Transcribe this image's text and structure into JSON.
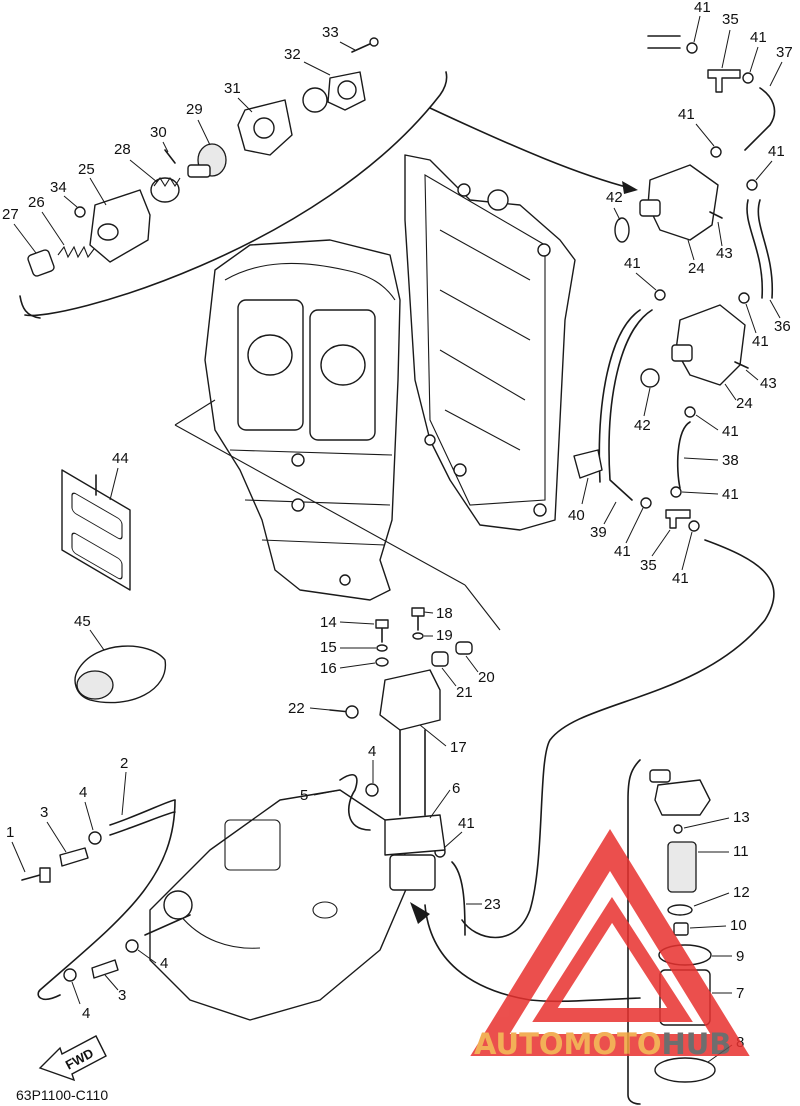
{
  "diagram": {
    "drawing_code": "63P1100-C110",
    "direction_label": "FWD",
    "parts": [
      {
        "ref": "1"
      },
      {
        "ref": "2"
      },
      {
        "ref": "3"
      },
      {
        "ref": "3b",
        "label": "3"
      },
      {
        "ref": "4a",
        "label": "4"
      },
      {
        "ref": "4b",
        "label": "4"
      },
      {
        "ref": "4c",
        "label": "4"
      },
      {
        "ref": "4d",
        "label": "4"
      },
      {
        "ref": "5"
      },
      {
        "ref": "6"
      },
      {
        "ref": "7"
      },
      {
        "ref": "8"
      },
      {
        "ref": "9"
      },
      {
        "ref": "10"
      },
      {
        "ref": "11"
      },
      {
        "ref": "12"
      },
      {
        "ref": "13"
      },
      {
        "ref": "14"
      },
      {
        "ref": "15"
      },
      {
        "ref": "16"
      },
      {
        "ref": "17"
      },
      {
        "ref": "18"
      },
      {
        "ref": "19"
      },
      {
        "ref": "20"
      },
      {
        "ref": "21"
      },
      {
        "ref": "22"
      },
      {
        "ref": "23"
      },
      {
        "ref": "24a",
        "label": "24"
      },
      {
        "ref": "24b",
        "label": "24"
      },
      {
        "ref": "25"
      },
      {
        "ref": "26"
      },
      {
        "ref": "27"
      },
      {
        "ref": "28"
      },
      {
        "ref": "29"
      },
      {
        "ref": "30"
      },
      {
        "ref": "31"
      },
      {
        "ref": "32"
      },
      {
        "ref": "33"
      },
      {
        "ref": "34"
      },
      {
        "ref": "35a",
        "label": "35"
      },
      {
        "ref": "35b",
        "label": "35"
      },
      {
        "ref": "36"
      },
      {
        "ref": "37"
      },
      {
        "ref": "38"
      },
      {
        "ref": "39"
      },
      {
        "ref": "40"
      },
      {
        "ref": "41"
      },
      {
        "ref": "42a",
        "label": "42"
      },
      {
        "ref": "42b",
        "label": "42"
      },
      {
        "ref": "43a",
        "label": "43"
      },
      {
        "ref": "43b",
        "label": "43"
      },
      {
        "ref": "44"
      },
      {
        "ref": "45"
      }
    ],
    "labels": {
      "p1": "1",
      "p2": "2",
      "p3a": "3",
      "p3b": "3",
      "p4a": "4",
      "p4b": "4",
      "p4c": "4",
      "p4d": "4",
      "p5": "5",
      "p6": "6",
      "p7": "7",
      "p8": "8",
      "p9": "9",
      "p10": "10",
      "p11": "11",
      "p12": "12",
      "p13": "13",
      "p14": "14",
      "p15": "15",
      "p16": "16",
      "p17": "17",
      "p18": "18",
      "p19": "19",
      "p20": "20",
      "p21": "21",
      "p22": "22",
      "p23": "23",
      "p24a": "24",
      "p24b": "24",
      "p25": "25",
      "p26": "26",
      "p27": "27",
      "p28": "28",
      "p29": "29",
      "p30": "30",
      "p31": "31",
      "p32": "32",
      "p33": "33",
      "p34": "34",
      "p35a": "35",
      "p35b": "35",
      "p36": "36",
      "p37": "37",
      "p38": "38",
      "p39": "39",
      "p40": "40",
      "p41a": "41",
      "p41b": "41",
      "p41c": "41",
      "p41d": "41",
      "p41e": "41",
      "p41f": "41",
      "p41g": "41",
      "p41h": "41",
      "p41i": "41",
      "p41j": "41",
      "p41k": "41",
      "p42a": "42",
      "p42b": "42",
      "p43a": "43",
      "p43b": "43",
      "p44": "44",
      "p45": "45"
    }
  },
  "watermark": {
    "brand": "AUTOMOTOHUB",
    "brand_part1": "AUTO",
    "brand_part2": "MOTO",
    "brand_part3": "HUB",
    "colors": {
      "triangle": "#e8312f",
      "accent": "#f0a23a",
      "dark": "#555555"
    }
  }
}
